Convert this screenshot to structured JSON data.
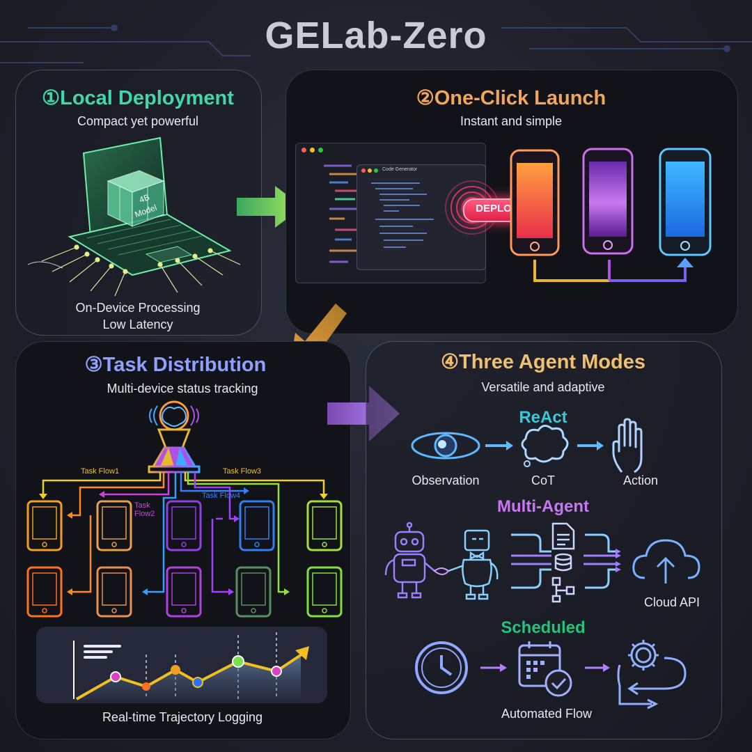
{
  "title": "GELab-Zero",
  "panel1": {
    "title": "①Local Deployment",
    "subtitle": "Compact yet powerful",
    "cube_line1": "4B",
    "cube_line2": "Model",
    "caption_line1": "On-Device Processing",
    "caption_line2": "Low Latency"
  },
  "panel2": {
    "title": "②One-Click Launch",
    "subtitle": "Instant and simple",
    "window_title": "Code Generator",
    "deploy_label": "DEPLOY"
  },
  "panel3": {
    "title": "③Task Distribution",
    "subtitle": "Multi-device status tracking",
    "flows": [
      "Task Flow1",
      "Task Flow2",
      "Task Flow3",
      "Task Flow4"
    ],
    "caption": "Real-time Trajectory Logging"
  },
  "panel4": {
    "title": "④Three Agent Modes",
    "subtitle": "Versatile and adaptive",
    "react": {
      "title": "ReAct",
      "labels": [
        "Observation",
        "CoT",
        "Action"
      ]
    },
    "multi_agent": {
      "title": "Multi-Agent",
      "cloud_label": "Cloud API"
    },
    "scheduled": {
      "title": "Scheduled",
      "caption": "Automated Flow"
    }
  },
  "colors": {
    "background": "#1e2029",
    "panel1_title": "#3fd6b0",
    "panel2_title": "#f2a65a",
    "panel3_title": "#8fa0ff",
    "panel4_title": "#f0c070",
    "react": "#38c8d8",
    "multi_agent": "#c878f0",
    "scheduled": "#22c47a",
    "deploy": "#ff3a6e"
  },
  "icons": [
    "laptop-icon",
    "cube-icon",
    "arrow-right-icon",
    "code-window-icon",
    "phone-icon",
    "brain-icon",
    "eye-icon",
    "thought-bubble-icon",
    "hand-icon",
    "robot-icon",
    "document-icon",
    "database-icon",
    "flowchart-icon",
    "cloud-upload-icon",
    "clock-icon",
    "calendar-check-icon",
    "gear-icon"
  ]
}
